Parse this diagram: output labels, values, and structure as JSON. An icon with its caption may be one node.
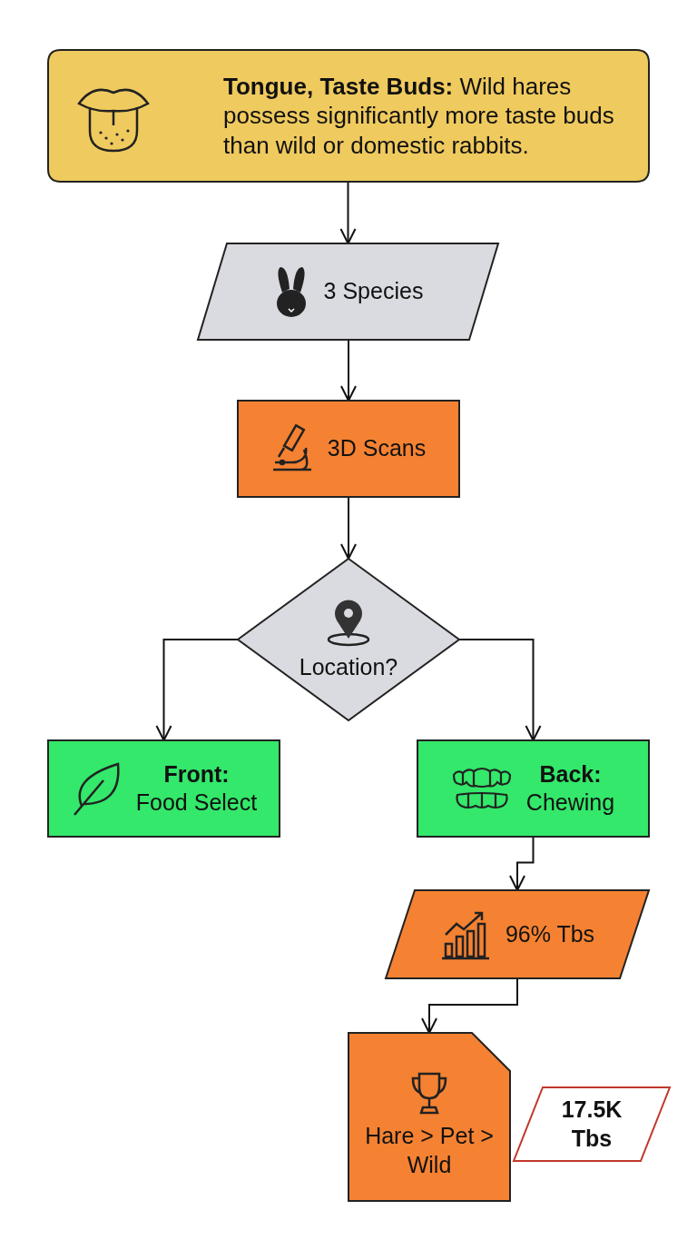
{
  "diagram": {
    "nodes": [
      {
        "text": [
          "**Tongue, Taste Buds:** Wild hares possess significantly more taste buds than wild or domestic rabbits."
        ]
      },
      {
        "text": [
          "3 Species"
        ]
      },
      {
        "text": [
          "3D Scans"
        ]
      },
      {
        "text": [
          "Location?"
        ]
      },
      {
        "text": [
          "Front:",
          "Food Select"
        ]
      },
      {
        "text": [
          "Back:",
          "Chewing"
        ]
      },
      {
        "text": [
          "96% Tbs"
        ]
      },
      {
        "text": [
          "Hare > Pet > Wild"
        ]
      },
      {
        "text": [
          "17.5K Tbs"
        ]
      }
    ],
    "edges": [
      {
        "from": 0,
        "to": 1,
        "arrow": "to"
      },
      {
        "from": 1,
        "to": 2,
        "arrow": "to"
      },
      {
        "from": 2,
        "to": 3,
        "arrow": "to"
      },
      {
        "from": 3,
        "to": 4,
        "arrow": "to"
      },
      {
        "from": 3,
        "to": 5,
        "arrow": "to"
      },
      {
        "from": 5,
        "to": 6,
        "arrow": "to"
      },
      {
        "from": 6,
        "to": 7,
        "arrow": "to"
      }
    ]
  }
}
